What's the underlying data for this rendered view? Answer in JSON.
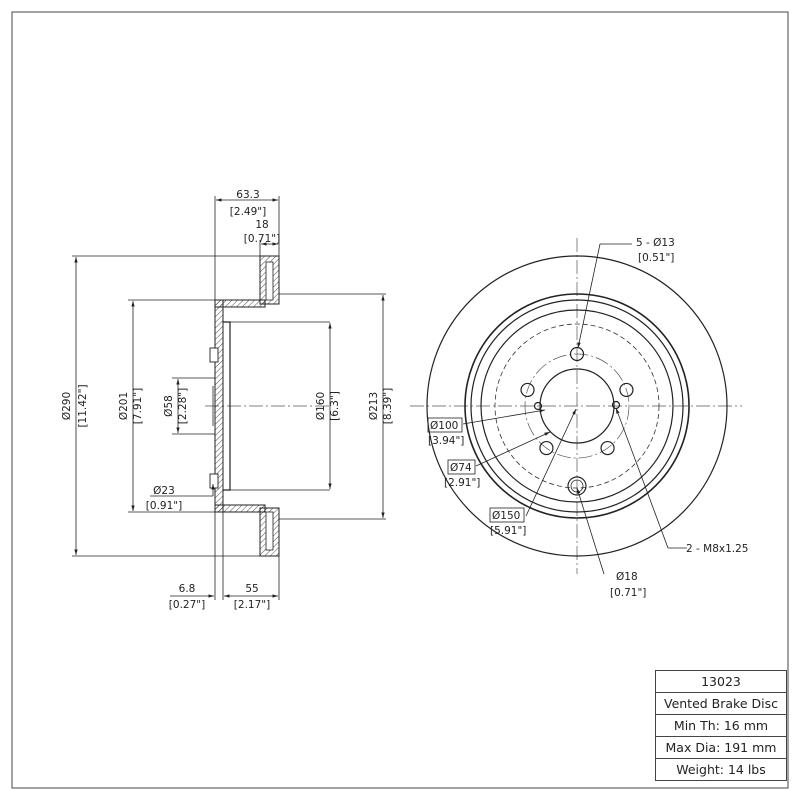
{
  "side_view": {
    "width_total": {
      "mm": "63.3",
      "in": "[2.49\"]"
    },
    "rotor_thickness": {
      "mm": "18",
      "in": "[0.71\"]"
    },
    "outer_dia": {
      "mm": "Ø290",
      "in": "[11.42\"]"
    },
    "hat_outer_dia": {
      "mm": "Ø201",
      "in": "[7.91\"]"
    },
    "center_bore": {
      "mm": "Ø58",
      "in": "[2.28\"]"
    },
    "inner_drum_dia": {
      "mm": "Ø160",
      "in": "[6.3\"]"
    },
    "friction_inner_dia": {
      "mm": "Ø213",
      "in": "[8.39\"]"
    },
    "small_hole": {
      "mm": "Ø23",
      "in": "[0.91\"]"
    },
    "flange_thickness": {
      "mm": "6.8",
      "in": "[0.27\"]"
    },
    "hat_height": {
      "mm": "55",
      "in": "[2.17\"]"
    }
  },
  "front_view": {
    "lug_holes": {
      "mm": "5 - Ø13",
      "in": "[0.51\"]"
    },
    "bolt_circle": {
      "mm": "Ø100",
      "in": "[3.94\"]"
    },
    "pilot": {
      "mm": "Ø74",
      "in": "[2.91\"]"
    },
    "outer_circle": {
      "mm": "Ø150",
      "in": "[5.91\"]"
    },
    "threaded_holes": {
      "mm": "2 - M8x1.25"
    },
    "large_hole": {
      "mm": "Ø18",
      "in": "[0.71\"]"
    }
  },
  "spec_table": {
    "part_number": "13023",
    "description": "Vented Brake Disc",
    "min_thickness": "Min Th: 16 mm",
    "max_diameter": "Max Dia: 191 mm",
    "weight": "Weight: 14 lbs"
  }
}
